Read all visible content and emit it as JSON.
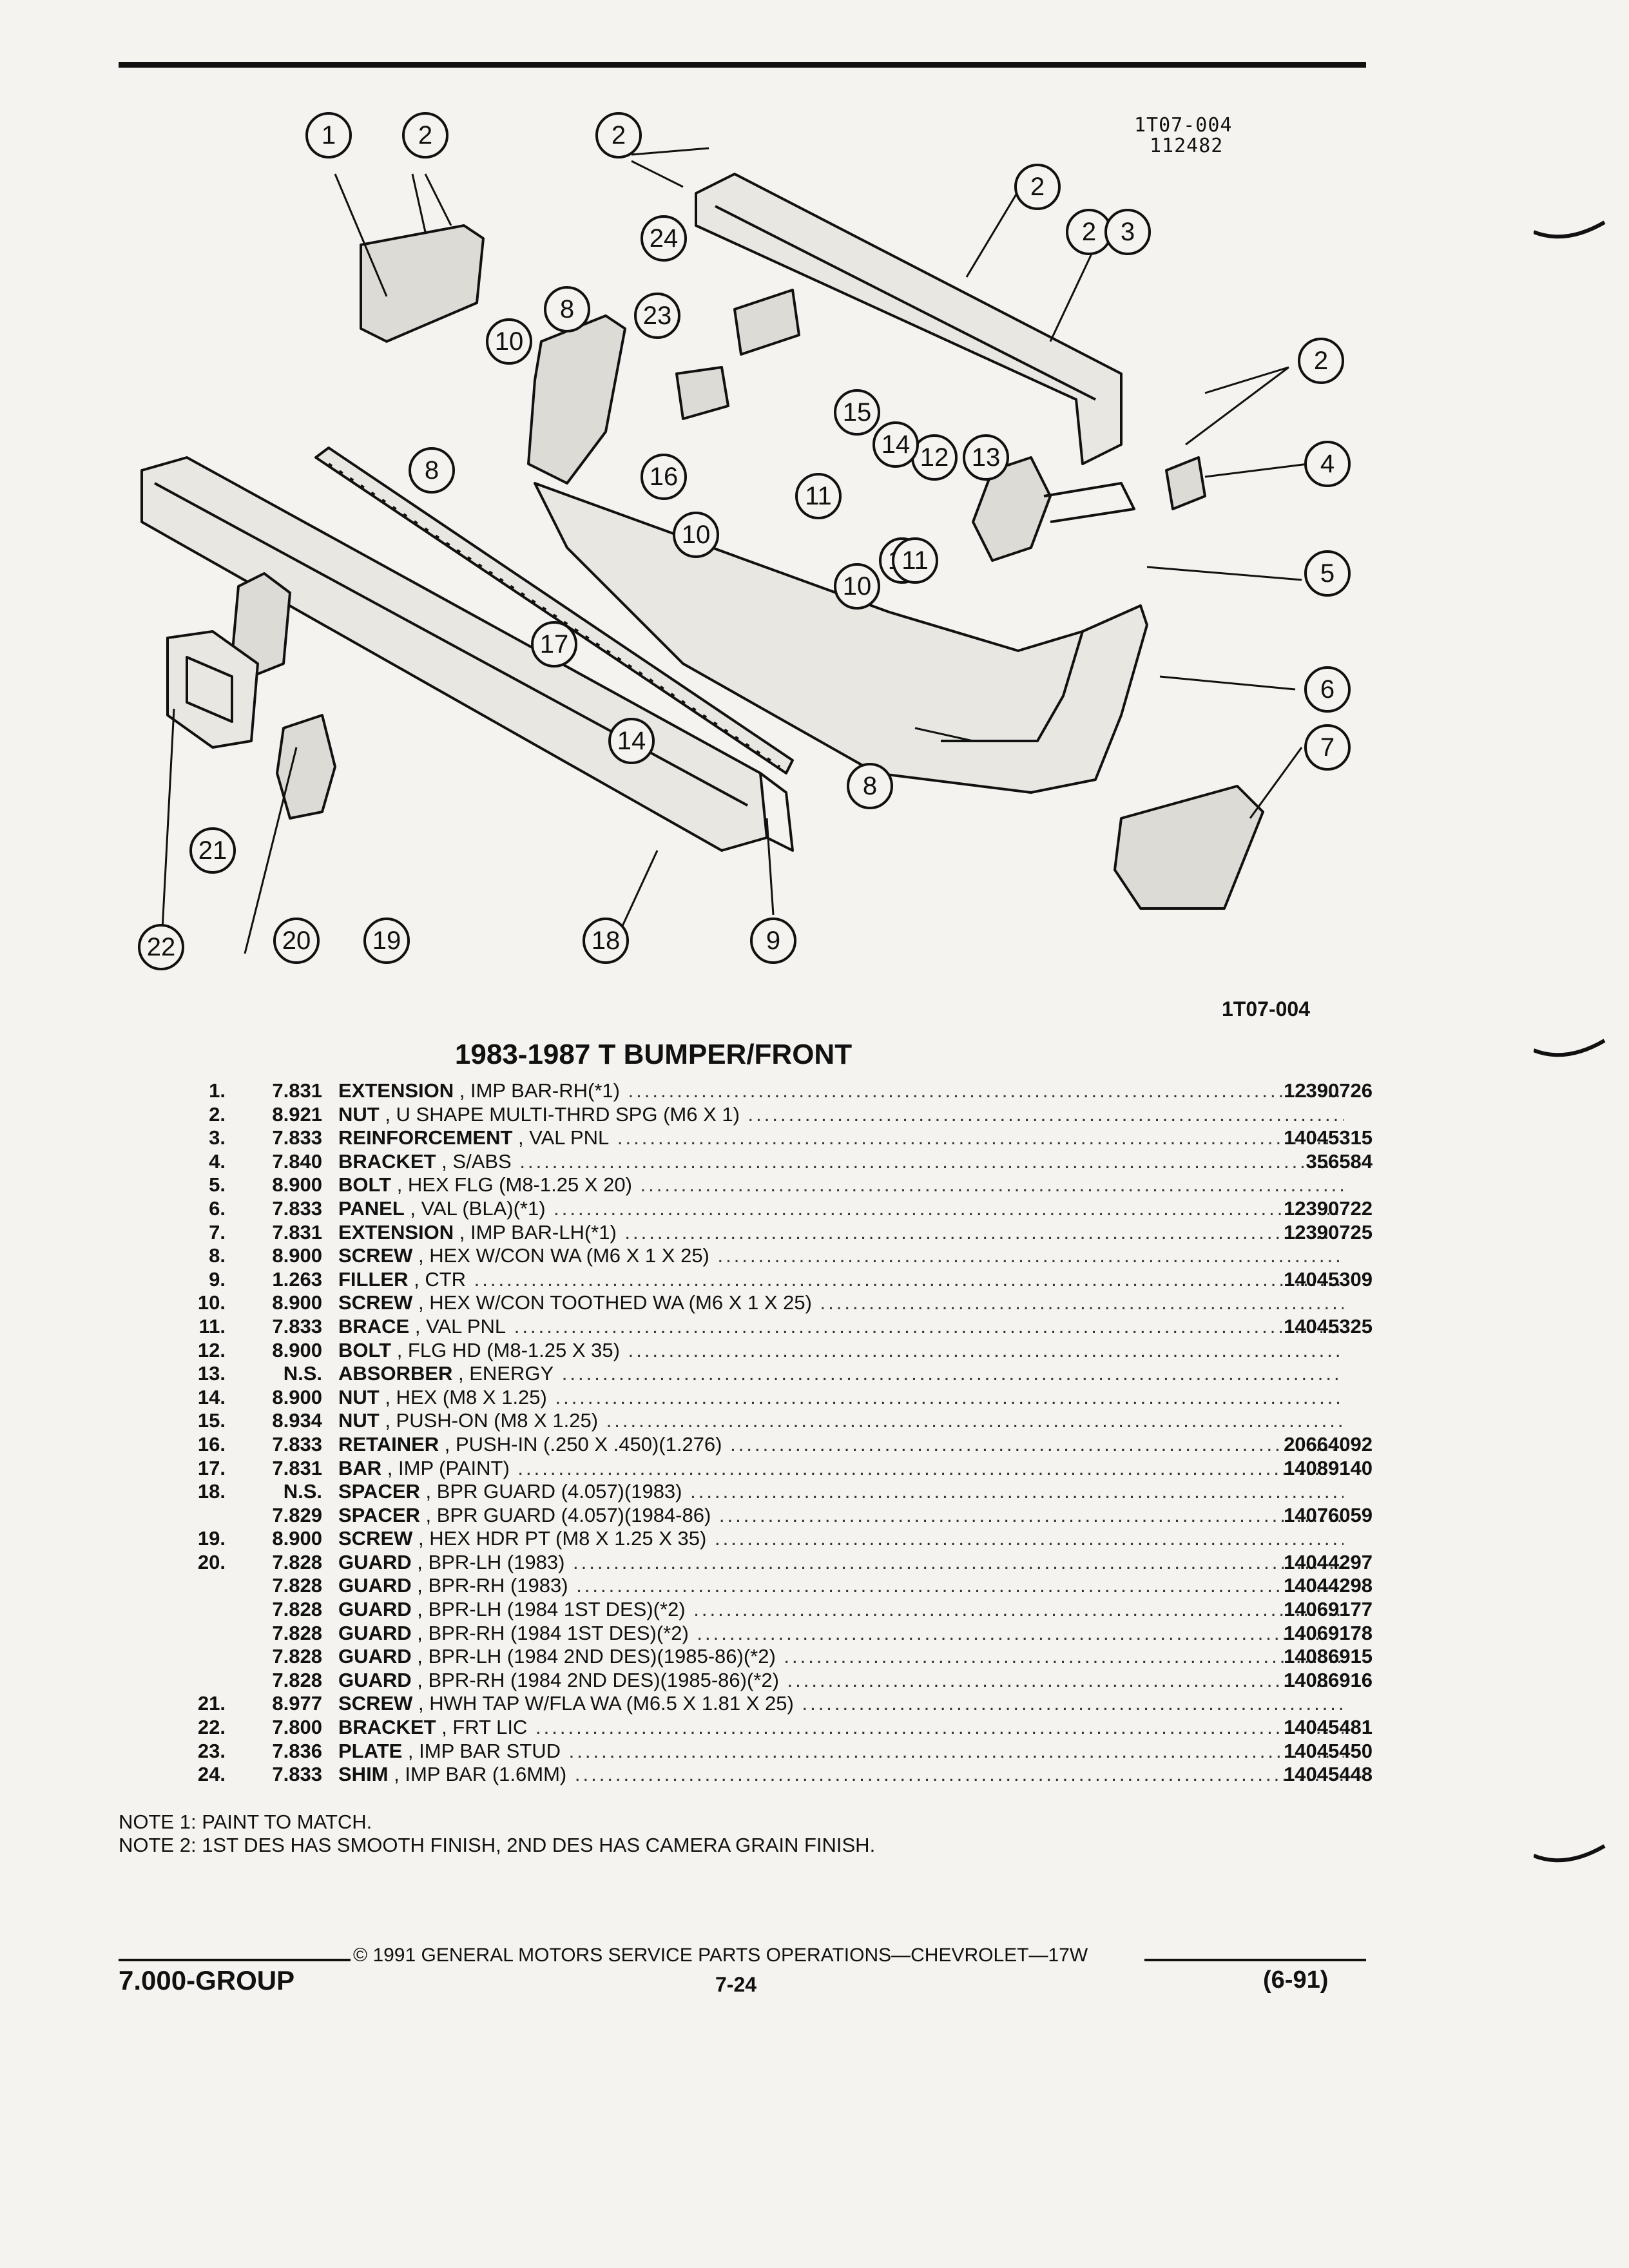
{
  "figure": {
    "code_top": "1T07-004",
    "code_top_sub": "112482",
    "code_bottom": "1T07-004",
    "callouts": [
      "1",
      "2",
      "2",
      "2",
      "2",
      "2",
      "3",
      "4",
      "5",
      "6",
      "7",
      "8",
      "8",
      "8",
      "9",
      "10",
      "10",
      "10",
      "10",
      "11",
      "11",
      "12",
      "13",
      "14",
      "14",
      "15",
      "16",
      "17",
      "18",
      "19",
      "20",
      "21",
      "22",
      "23",
      "24"
    ]
  },
  "title": "1983-1987 T BUMPER/FRONT",
  "parts": [
    {
      "no": "1.",
      "group": "7.831",
      "name": "EXTENSION",
      "detail": ", IMP BAR-RH(*1)",
      "part": "12390726"
    },
    {
      "no": "2.",
      "group": "8.921",
      "name": "NUT",
      "detail": ", U SHAPE MULTI-THRD SPG (M6 X 1)",
      "part": ""
    },
    {
      "no": "3.",
      "group": "7.833",
      "name": "REINFORCEMENT",
      "detail": ", VAL PNL",
      "part": "14045315"
    },
    {
      "no": "4.",
      "group": "7.840",
      "name": "BRACKET",
      "detail": ", S/ABS",
      "part": "356584"
    },
    {
      "no": "5.",
      "group": "8.900",
      "name": "BOLT",
      "detail": ", HEX FLG (M8-1.25 X 20)",
      "part": ""
    },
    {
      "no": "6.",
      "group": "7.833",
      "name": "PANEL",
      "detail": ", VAL (BLA)(*1)",
      "part": "12390722"
    },
    {
      "no": "7.",
      "group": "7.831",
      "name": "EXTENSION",
      "detail": ", IMP BAR-LH(*1)",
      "part": "12390725"
    },
    {
      "no": "8.",
      "group": "8.900",
      "name": "SCREW",
      "detail": ", HEX W/CON WA (M6 X 1 X 25)",
      "part": ""
    },
    {
      "no": "9.",
      "group": "1.263",
      "name": "FILLER",
      "detail": ", CTR",
      "part": "14045309"
    },
    {
      "no": "10.",
      "group": "8.900",
      "name": "SCREW",
      "detail": ", HEX W/CON TOOTHED WA (M6 X 1 X 25)",
      "part": ""
    },
    {
      "no": "11.",
      "group": "7.833",
      "name": "BRACE",
      "detail": ", VAL PNL",
      "part": "14045325"
    },
    {
      "no": "12.",
      "group": "8.900",
      "name": "BOLT",
      "detail": ", FLG HD (M8-1.25 X 35)",
      "part": ""
    },
    {
      "no": "13.",
      "group": "N.S.",
      "name": "ABSORBER",
      "detail": ", ENERGY",
      "part": ""
    },
    {
      "no": "14.",
      "group": "8.900",
      "name": "NUT",
      "detail": ", HEX (M8 X 1.25)",
      "part": ""
    },
    {
      "no": "15.",
      "group": "8.934",
      "name": "NUT",
      "detail": ", PUSH-ON (M8 X 1.25)",
      "part": ""
    },
    {
      "no": "16.",
      "group": "7.833",
      "name": "RETAINER",
      "detail": ", PUSH-IN (.250 X .450)(1.276)",
      "part": "20664092"
    },
    {
      "no": "17.",
      "group": "7.831",
      "name": "BAR",
      "detail": ", IMP (PAINT)",
      "part": "14089140"
    },
    {
      "no": "18.",
      "group": "N.S.",
      "name": "SPACER",
      "detail": ", BPR GUARD (4.057)(1983)",
      "part": ""
    },
    {
      "no": "",
      "group": "7.829",
      "name": "SPACER",
      "detail": ", BPR GUARD (4.057)(1984-86)",
      "part": "14076059"
    },
    {
      "no": "19.",
      "group": "8.900",
      "name": "SCREW",
      "detail": ", HEX HDR PT (M8 X 1.25 X 35)",
      "part": ""
    },
    {
      "no": "20.",
      "group": "7.828",
      "name": "GUARD",
      "detail": ", BPR-LH (1983)",
      "part": "14044297"
    },
    {
      "no": "",
      "group": "7.828",
      "name": "GUARD",
      "detail": ", BPR-RH (1983)",
      "part": "14044298"
    },
    {
      "no": "",
      "group": "7.828",
      "name": "GUARD",
      "detail": ", BPR-LH (1984 1ST DES)(*2)",
      "part": "14069177"
    },
    {
      "no": "",
      "group": "7.828",
      "name": "GUARD",
      "detail": ", BPR-RH (1984 1ST DES)(*2)",
      "part": "14069178"
    },
    {
      "no": "",
      "group": "7.828",
      "name": "GUARD",
      "detail": ", BPR-LH (1984 2ND DES)(1985-86)(*2)",
      "part": "14086915"
    },
    {
      "no": "",
      "group": "7.828",
      "name": "GUARD",
      "detail": ", BPR-RH (1984 2ND DES)(1985-86)(*2)",
      "part": "14086916"
    },
    {
      "no": "21.",
      "group": "8.977",
      "name": "SCREW",
      "detail": ", HWH TAP W/FLA WA (M6.5 X 1.81 X 25)",
      "part": ""
    },
    {
      "no": "22.",
      "group": "7.800",
      "name": "BRACKET",
      "detail": ", FRT LIC",
      "part": "14045481"
    },
    {
      "no": "23.",
      "group": "7.836",
      "name": "PLATE",
      "detail": ", IMP BAR STUD",
      "part": "14045450"
    },
    {
      "no": "24.",
      "group": "7.833",
      "name": "SHIM",
      "detail": ", IMP BAR (1.6MM)",
      "part": "14045448"
    }
  ],
  "notes": {
    "note1": "NOTE  1:  PAINT TO MATCH.",
    "note2": "NOTE  2:  1ST DES HAS SMOOTH FINISH, 2ND DES HAS CAMERA GRAIN FINISH."
  },
  "footer": {
    "copyright": "© 1991 GENERAL MOTORS SERVICE PARTS OPERATIONS—CHEVROLET—17W",
    "group": "7.000-GROUP",
    "page": "7-24",
    "revision": "(6-91)"
  }
}
